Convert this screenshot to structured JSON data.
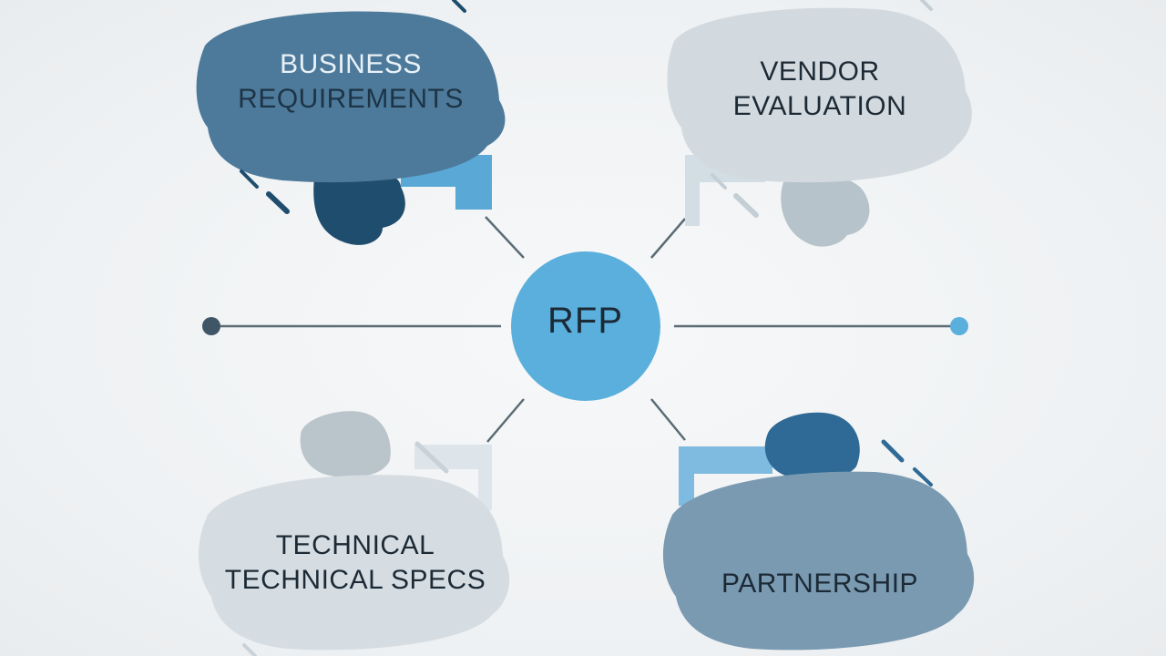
{
  "center": {
    "label": "RFP"
  },
  "nodes": {
    "business": {
      "line1": "BUSINESS",
      "line2": "REQUIREMENTS"
    },
    "vendor": {
      "line1": "VENDOR",
      "line2": "EVALUATION"
    },
    "technical": {
      "line1": "TECHNICAL",
      "line2": "TECHNICAL SPECS"
    },
    "partnership": {
      "line1": "PARTNERSHIP"
    }
  },
  "colors": {
    "center_fill": "#5aafdc",
    "business_fill": "#4d7a9b",
    "business_head": "#1f4d6e",
    "vendor_fill": "#d3dadf",
    "vendor_head": "#b7c3cb",
    "technical_fill": "#d6dde2",
    "technical_head": "#b9c4cb",
    "partnership_fill": "#7a9ab2",
    "partnership_head": "#2e6a95",
    "connector": "#5b6b74",
    "accent_light_blue": "#7fbbe0"
  }
}
